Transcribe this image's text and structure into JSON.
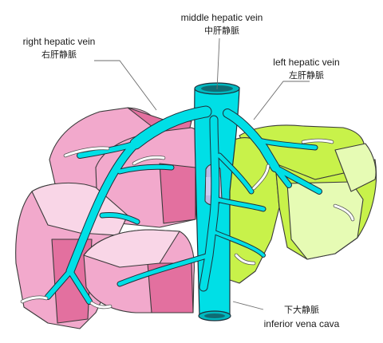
{
  "labels": {
    "middle_hepatic_vein": {
      "en": "middle hepatic vein",
      "cn": "中肝静脈"
    },
    "right_hepatic_vein": {
      "en": "right hepatic vein",
      "cn": "右肝静脈"
    },
    "left_hepatic_vein": {
      "en": "left hepatic vein",
      "cn": "左肝静脈"
    },
    "inferior_vena_cava": {
      "en": "inferior vena cava",
      "cn": "下大静脈"
    }
  },
  "colors": {
    "right_lobe_pink": "#f2a9cc",
    "right_lobe_light": "#f9d6e7",
    "right_lobe_dark": "#e3709f",
    "left_lobe_green": "#c8f24a",
    "left_lobe_light": "#e6fbb4",
    "vein_cyan": "#00dfe6",
    "caudate_lavender": "#b9b9e6"
  }
}
